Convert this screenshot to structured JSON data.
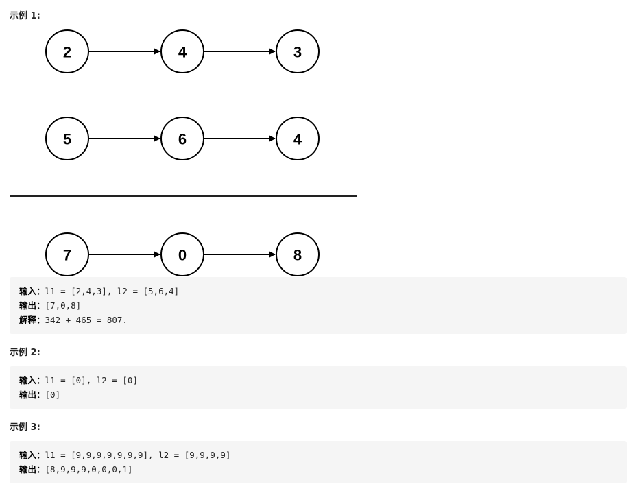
{
  "example1": {
    "heading": "示例 1:",
    "diagram": {
      "list1": [
        "2",
        "4",
        "3"
      ],
      "list2": [
        "5",
        "6",
        "4"
      ],
      "result": [
        "7",
        "0",
        "8"
      ]
    },
    "lines": [
      {
        "label": "输入：",
        "value": "l1 = [2,4,3], l2 = [5,6,4]"
      },
      {
        "label": "输出：",
        "value": "[7,0,8]"
      },
      {
        "label": "解释：",
        "value": "342 + 465 = 807."
      }
    ]
  },
  "example2": {
    "heading": "示例 2:",
    "lines": [
      {
        "label": "输入：",
        "value": "l1 = [0], l2 = [0]"
      },
      {
        "label": "输出：",
        "value": "[0]"
      }
    ]
  },
  "example3": {
    "heading": "示例 3:",
    "lines": [
      {
        "label": "输入：",
        "value": "l1 = [9,9,9,9,9,9,9], l2 = [9,9,9,9]"
      },
      {
        "label": "输出：",
        "value": "[8,9,9,9,0,0,0,1]"
      }
    ]
  }
}
